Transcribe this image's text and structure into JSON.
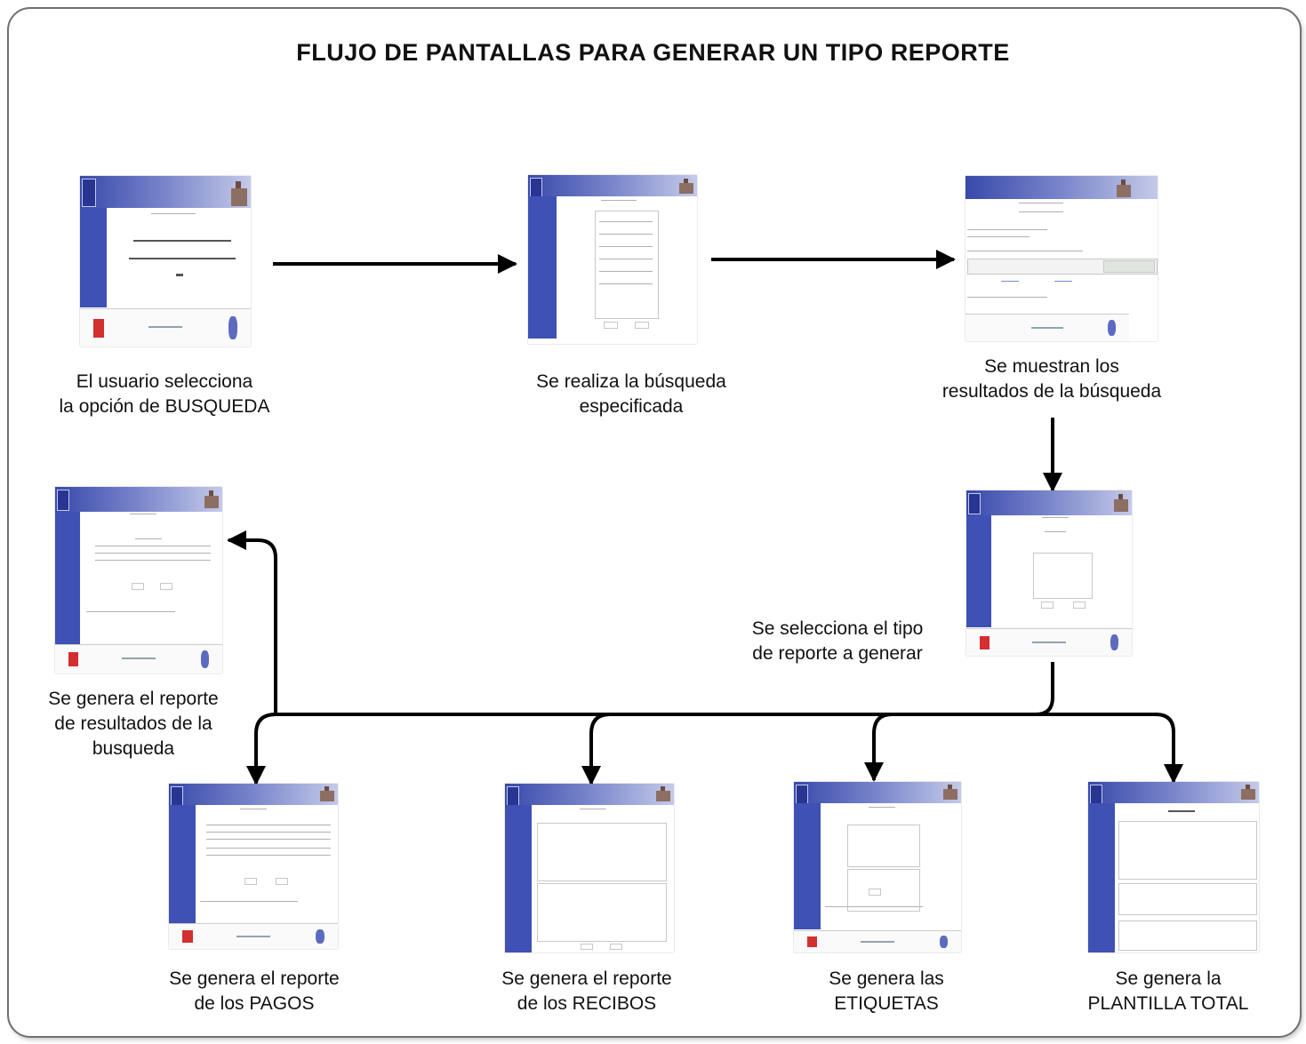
{
  "title": "FLUJO DE PANTALLAS PARA GENERAR UN TIPO REPORTE",
  "captions": {
    "busqueda_opcion": [
      "El usuario selecciona",
      "la opción de BUSQUEDA"
    ],
    "busqueda_realiza": [
      "Se realiza la búsqueda",
      "especificada"
    ],
    "resultados": [
      "Se muestran los",
      "resultados de la búsqueda"
    ],
    "tipo_reporte": [
      "Se selecciona el tipo",
      "de reporte a generar"
    ],
    "reporte_resultados": [
      "Se genera el reporte",
      "de resultados de la",
      "busqueda"
    ],
    "reporte_pagos": [
      "Se genera el reporte",
      "de los PAGOS"
    ],
    "reporte_recibos": [
      "Se genera el reporte",
      "de los RECIBOS"
    ],
    "etiquetas": [
      "Se genera las",
      "ETIQUETAS"
    ],
    "plantilla": [
      "Se genera la",
      "PLANTILLA TOTAL"
    ]
  },
  "colors": {
    "arrow": "#000000",
    "header_start": "#3949ab",
    "sidebar": "#3f51b5",
    "frame_border": "#707070"
  }
}
